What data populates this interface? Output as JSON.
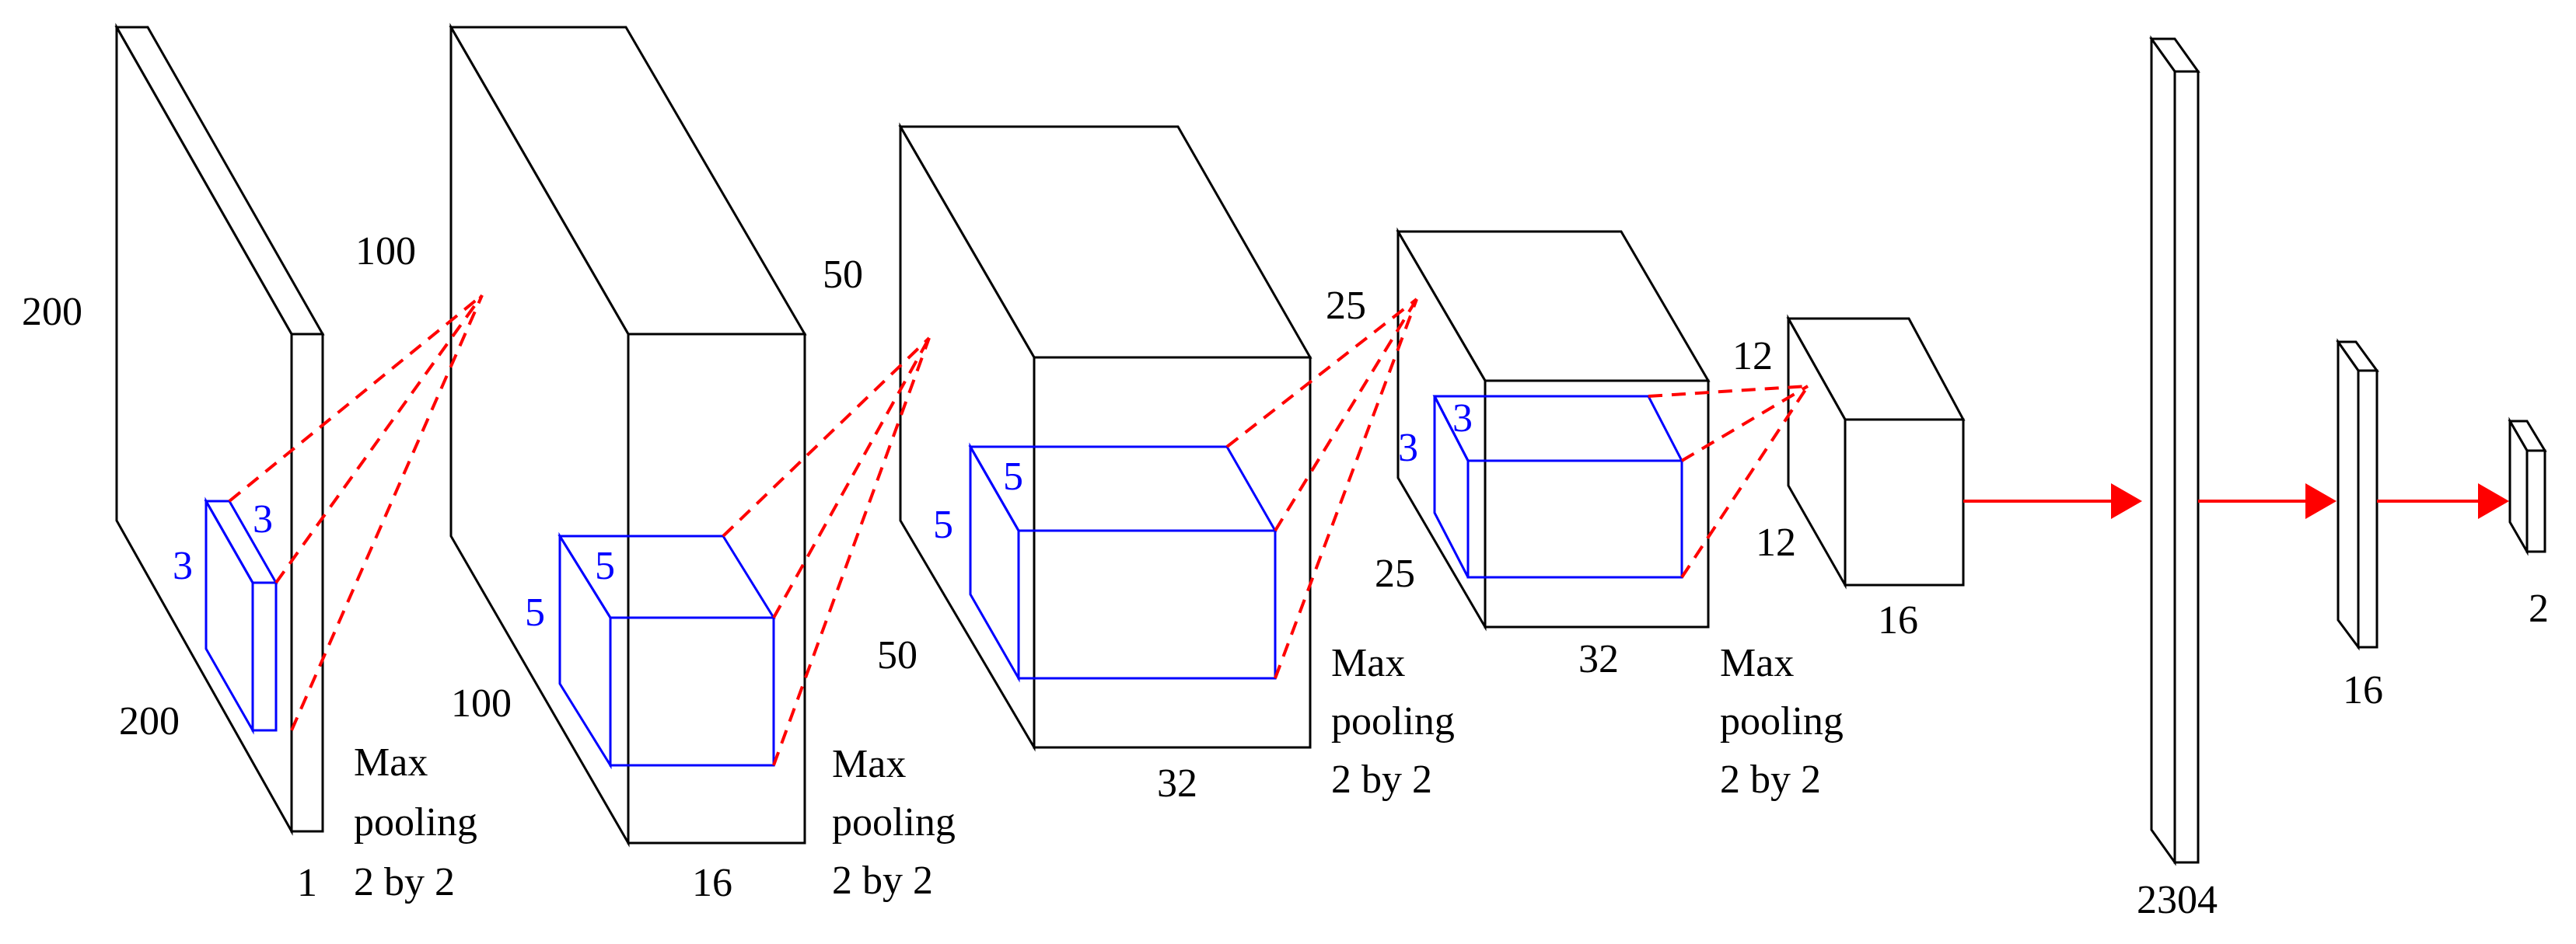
{
  "colors": {
    "volume": "#000000",
    "kernel": "#0000ff",
    "connector": "#ff0000",
    "arrow": "#ff0000"
  },
  "layers": {
    "input": {
      "height": "200",
      "width": "200",
      "depth": "1"
    },
    "conv1": {
      "height": "100",
      "width": "100",
      "depth": "16"
    },
    "conv2": {
      "height": "50",
      "width": "50",
      "depth": "32"
    },
    "conv3": {
      "height": "25",
      "width": "25",
      "depth": "32"
    },
    "conv4": {
      "height": "12",
      "width": "12",
      "depth": "16"
    },
    "flatten": {
      "units": "2304"
    },
    "dense": {
      "units": "16"
    },
    "output": {
      "units": "2"
    }
  },
  "kernels": {
    "k1": {
      "a": "3",
      "b": "3"
    },
    "k2": {
      "a": "5",
      "b": "5"
    },
    "k3": {
      "a": "5",
      "b": "5"
    },
    "k4": {
      "a": "3",
      "b": "3"
    }
  },
  "pooling": [
    {
      "line1": "Max",
      "line2": "pooling",
      "line3": "2 by 2"
    },
    {
      "line1": "Max",
      "line2": "pooling",
      "line3": "2 by 2"
    },
    {
      "line1": "Max",
      "line2": "pooling",
      "line3": "2 by 2"
    },
    {
      "line1": "Max",
      "line2": "pooling",
      "line3": "2 by 2"
    }
  ]
}
